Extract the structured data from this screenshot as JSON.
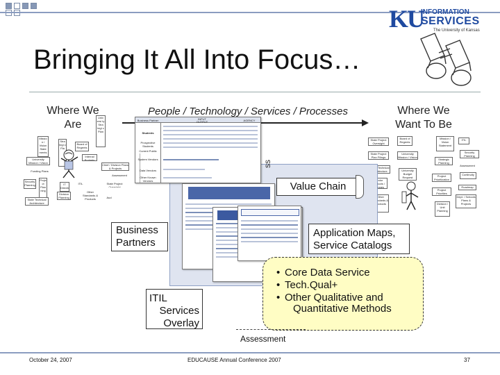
{
  "logo": {
    "initials": "KU",
    "line1": "INFORMATION",
    "line2": "SERVICES",
    "line3": "The University of Kansas"
  },
  "title": "Bringing It All Into Focus…",
  "where_left": [
    "Where We",
    "Are"
  ],
  "where_right": [
    "Where We",
    "Want To Be"
  ],
  "people_banner": "People / Technology / Services / Processes",
  "left_cluster": {
    "items": [
      "Missio n / Vision State ments",
      "Stra tegi c Pla",
      "Board of Regents",
      "Univ ersi ty Stra tegi c Plan",
      "University Mission / Vision",
      "Chief / Division Plans & Projects",
      "Assessment",
      "Internal Budgets",
      "State Project Oversight",
      "Funding Plans",
      "Security Planning",
      "Proje ct Plan ning",
      "State Technical Architecture",
      "IT Direction",
      "ITIL",
      "Division Planning",
      "Other Standards & Products",
      "Aud"
    ]
  },
  "right_cluster": {
    "items": [
      "State Project Oversight",
      "Board of Regents",
      "Mission / Vision Statement",
      "ITIL",
      "State Project Plan Filings",
      "University Mission / Vision",
      "Strategic Planning",
      "Security Planning",
      "State Technical Architecture",
      "University Budget Request",
      "Assessment",
      "Vendor Products / Changes",
      "Project Prioritization",
      "Other Standards & Products",
      "Project Priorities",
      "Division / Unit Planning",
      "Dept. / Schools Plans & Projects",
      "Continuity",
      "Roadmap"
    ]
  },
  "center": {
    "vertical_label": "ss",
    "value_chain": "Value Chain",
    "front_table_header": [
      "Business Partner",
      "INPUT",
      "OUTPUT",
      "AGENCY"
    ],
    "rows": [
      "Students",
      "Prospective Students",
      "Current Public",
      "System Vendors",
      "Data Vendors",
      "Other Known Vendors"
    ]
  },
  "callouts": {
    "business_partners": [
      "Business",
      "Partners"
    ],
    "app_maps": [
      "Application Maps,",
      "Service Catalogs"
    ],
    "itil": [
      "ITIL",
      "Services",
      "Overlay"
    ]
  },
  "bullets": [
    "Core Data Service",
    "Tech.Qual+",
    "Other Qualitative and",
    "Quantitative Methods"
  ],
  "assessment": "Assessment",
  "footer": {
    "date": "October 24, 2007",
    "conference": "EDUCAUSE Annual Conference 2007",
    "page": "37"
  }
}
